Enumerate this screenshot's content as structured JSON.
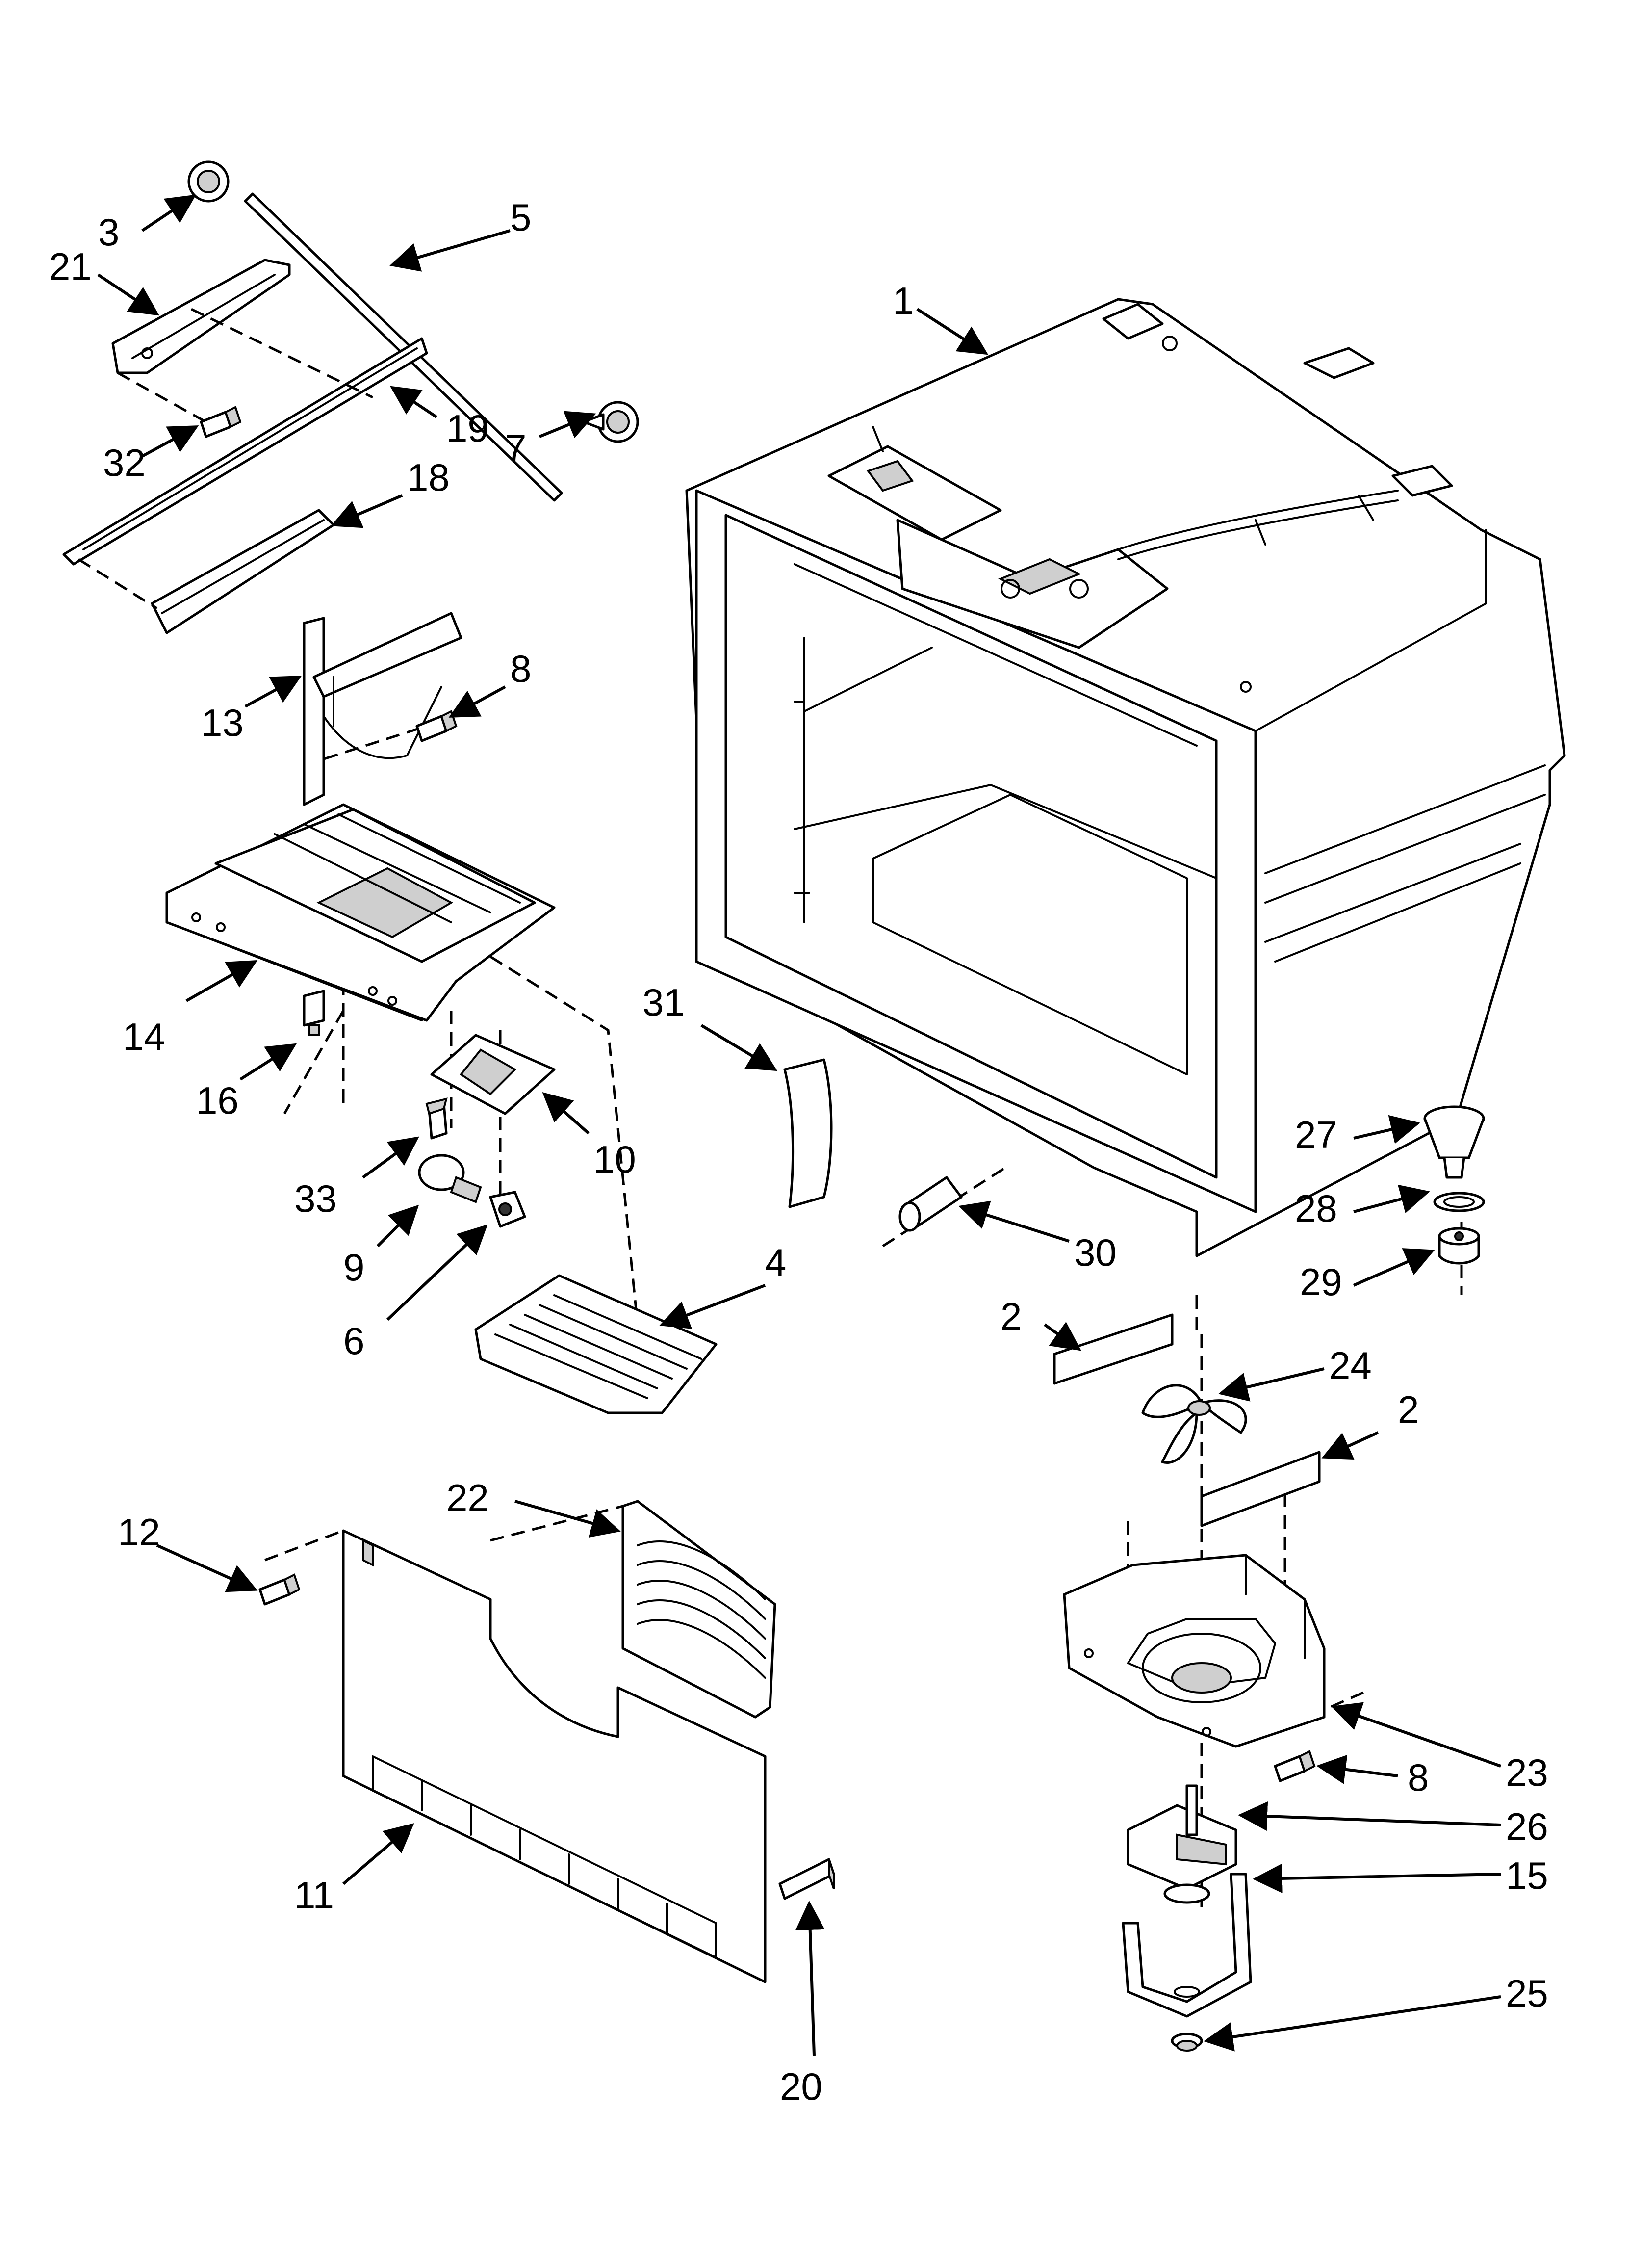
{
  "callouts": {
    "c1": "1",
    "c2a": "2",
    "c2b": "2",
    "c3": "3",
    "c4": "4",
    "c5": "5",
    "c6": "6",
    "c7": "7",
    "c8a": "8",
    "c8b": "8",
    "c9": "9",
    "c10": "10",
    "c11": "11",
    "c12": "12",
    "c13": "13",
    "c14": "14",
    "c15": "15",
    "c16": "16",
    "c18": "18",
    "c19": "19",
    "c20": "20",
    "c21": "21",
    "c22": "22",
    "c23": "23",
    "c24": "24",
    "c25": "25",
    "c26": "26",
    "c27": "27",
    "c28": "28",
    "c29": "29",
    "c30": "30",
    "c31": "31",
    "c32": "32",
    "c33": "33"
  }
}
